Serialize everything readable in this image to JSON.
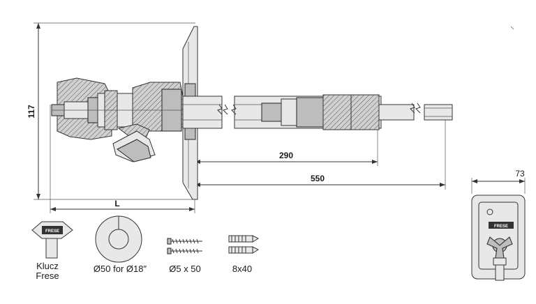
{
  "dimensions": {
    "height": "117",
    "length": "L",
    "d290": "290",
    "d550": "550",
    "width_flange": "73"
  },
  "accessories": {
    "key_label_line1": "Klucz",
    "key_label_line2": "Frese",
    "rosette_label": "Ø50 for Ø18″",
    "screws_label": "Ø5 x 50",
    "dowels_label": "8x40"
  },
  "logo_text": "FRESE"
}
